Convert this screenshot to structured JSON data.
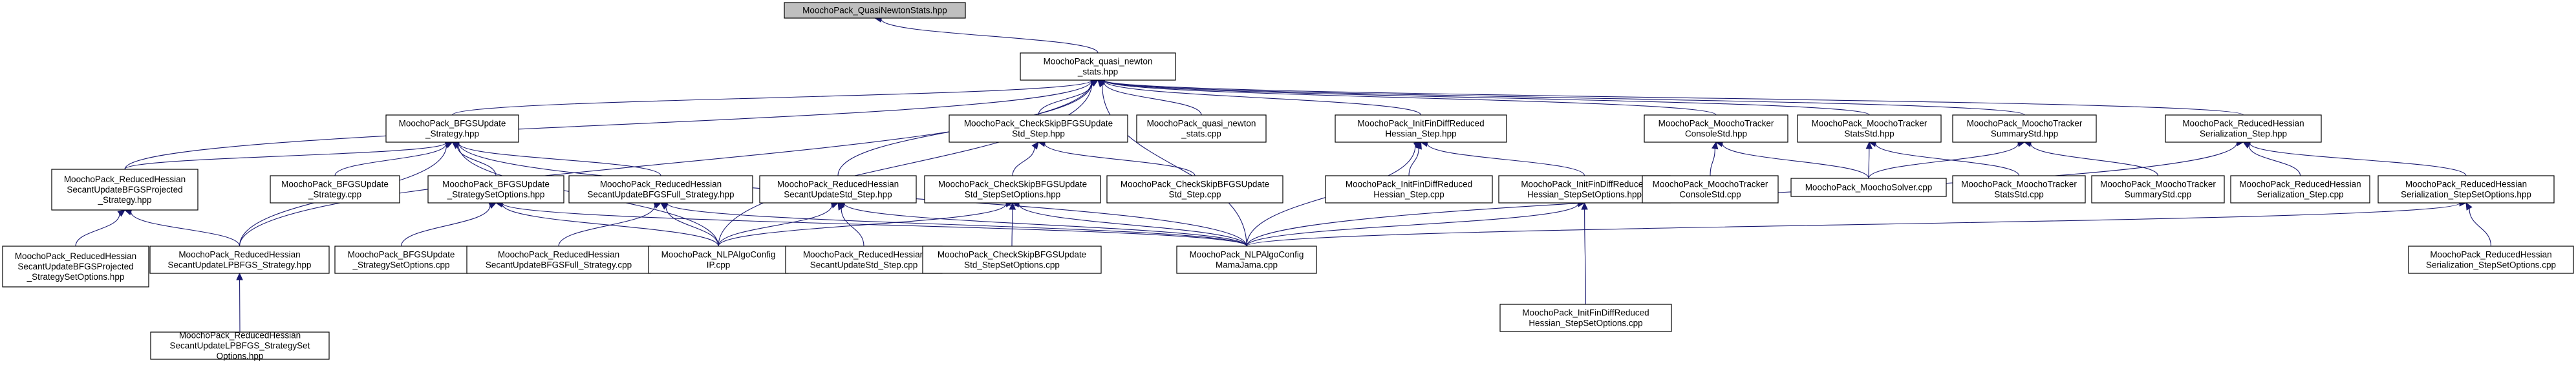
{
  "graph": {
    "nodes": [
      {
        "id": "root",
        "lines": [
          "MoochoPack_QuasiNewtonStats.hpp"
        ],
        "root": true
      },
      {
        "id": "qns",
        "lines": [
          "MoochoPack_quasi_newton",
          "_stats.hpp"
        ]
      },
      {
        "id": "bfgsu",
        "lines": [
          "MoochoPack_BFGSUpdate",
          "_Strategy.hpp"
        ]
      },
      {
        "id": "ckbfgs",
        "lines": [
          "MoochoPack_CheckSkipBFGSUpdate",
          "Std_Step.hpp"
        ]
      },
      {
        "id": "qnscpp",
        "lines": [
          "MoochoPack_quasi_newton",
          "_stats.cpp"
        ]
      },
      {
        "id": "ifdrh",
        "lines": [
          "MoochoPack_InitFinDiffReduced",
          "Hessian_Step.hpp"
        ]
      },
      {
        "id": "mtcs",
        "lines": [
          "MoochoPack_MoochoTracker",
          "ConsoleStd.hpp"
        ]
      },
      {
        "id": "mtss",
        "lines": [
          "MoochoPack_MoochoTracker",
          "StatsStd.hpp"
        ]
      },
      {
        "id": "mtsums",
        "lines": [
          "MoochoPack_MoochoTracker",
          "SummaryStd.hpp"
        ]
      },
      {
        "id": "rhss",
        "lines": [
          "MoochoPack_ReducedHessian",
          "Serialization_Step.hpp"
        ]
      },
      {
        "id": "rhsubp",
        "lines": [
          "MoochoPack_ReducedHessian",
          "SecantUpdateBFGSProjected",
          "_Strategy.hpp"
        ]
      },
      {
        "id": "bfgsucpp",
        "lines": [
          "MoochoPack_BFGSUpdate",
          "_Strategy.cpp"
        ]
      },
      {
        "id": "bfgsuso",
        "lines": [
          "MoochoPack_BFGSUpdate",
          "_StrategySetOptions.hpp"
        ]
      },
      {
        "id": "rhsubf",
        "lines": [
          "MoochoPack_ReducedHessian",
          "SecantUpdateBFGSFull_Strategy.hpp"
        ]
      },
      {
        "id": "rhsus",
        "lines": [
          "MoochoPack_ReducedHessian",
          "SecantUpdateStd_Step.hpp"
        ]
      },
      {
        "id": "ckbfgsso",
        "lines": [
          "MoochoPack_CheckSkipBFGSUpdate",
          "Std_StepSetOptions.hpp"
        ]
      },
      {
        "id": "ckbfgscpp",
        "lines": [
          "MoochoPack_CheckSkipBFGSUpdate",
          "Std_Step.cpp"
        ]
      },
      {
        "id": "ifdrhcpp",
        "lines": [
          "MoochoPack_InitFinDiffReduced",
          "Hessian_Step.cpp"
        ]
      },
      {
        "id": "ifdrhso",
        "lines": [
          "MoochoPack_InitFinDiffReduced",
          "Hessian_StepSetOptions.hpp"
        ]
      },
      {
        "id": "mtcscpp",
        "lines": [
          "MoochoPack_MoochoTracker",
          "ConsoleStd.cpp"
        ]
      },
      {
        "id": "msolver",
        "lines": [
          "MoochoPack_MoochoSolver.cpp"
        ]
      },
      {
        "id": "mtsscpp",
        "lines": [
          "MoochoPack_MoochoTracker",
          "StatsStd.cpp"
        ]
      },
      {
        "id": "mtsumscpp",
        "lines": [
          "MoochoPack_MoochoTracker",
          "SummaryStd.cpp"
        ]
      },
      {
        "id": "rhsscpp",
        "lines": [
          "MoochoPack_ReducedHessian",
          "Serialization_Step.cpp"
        ]
      },
      {
        "id": "rhssso",
        "lines": [
          "MoochoPack_ReducedHessian",
          "Serialization_StepSetOptions.hpp"
        ]
      },
      {
        "id": "rhsubpso",
        "lines": [
          "MoochoPack_ReducedHessian",
          "SecantUpdateBFGSProjected",
          "_StrategySetOptions.hpp"
        ]
      },
      {
        "id": "rhsulbfgs",
        "lines": [
          "MoochoPack_ReducedHessian",
          "SecantUpdateLPBFGS_Strategy.hpp"
        ]
      },
      {
        "id": "bfgsusocpp",
        "lines": [
          "MoochoPack_BFGSUpdate",
          "_StrategySetOptions.cpp"
        ]
      },
      {
        "id": "rhsubfcpp",
        "lines": [
          "MoochoPack_ReducedHessian",
          "SecantUpdateBFGSFull_Strategy.cpp"
        ]
      },
      {
        "id": "nlpip",
        "lines": [
          "MoochoPack_NLPAlgoConfig",
          "IP.cpp"
        ]
      },
      {
        "id": "rhsuscpp",
        "lines": [
          "MoochoPack_ReducedHessian",
          "SecantUpdateStd_Step.cpp"
        ]
      },
      {
        "id": "ckbfgssocpp",
        "lines": [
          "MoochoPack_CheckSkipBFGSUpdate",
          "Std_StepSetOptions.cpp"
        ]
      },
      {
        "id": "nlpmj",
        "lines": [
          "MoochoPack_NLPAlgoConfig",
          "MamaJama.cpp"
        ]
      },
      {
        "id": "ifdrhsocpp",
        "lines": [
          "MoochoPack_InitFinDiffReduced",
          "Hessian_StepSetOptions.cpp"
        ]
      },
      {
        "id": "rhsssocpp",
        "lines": [
          "MoochoPack_ReducedHessian",
          "Serialization_StepSetOptions.cpp"
        ]
      },
      {
        "id": "rhsulbfgsso",
        "lines": [
          "MoochoPack_ReducedHessian",
          "SecantUpdateLPBFGS_StrategySet",
          "Options.hpp"
        ]
      }
    ],
    "edges": [
      [
        "qns",
        "root"
      ],
      [
        "bfgsu",
        "qns"
      ],
      [
        "ckbfgs",
        "qns"
      ],
      [
        "qnscpp",
        "qns"
      ],
      [
        "ifdrh",
        "qns"
      ],
      [
        "mtcs",
        "qns"
      ],
      [
        "mtss",
        "qns"
      ],
      [
        "mtsums",
        "qns"
      ],
      [
        "rhss",
        "qns"
      ],
      [
        "rhsubp",
        "qns"
      ],
      [
        "rhsulbfgs",
        "qns"
      ],
      [
        "nlpip",
        "qns"
      ],
      [
        "rhsus",
        "qns"
      ],
      [
        "nlpmj",
        "qns"
      ],
      [
        "rhsubp",
        "bfgsu"
      ],
      [
        "bfgsucpp",
        "bfgsu"
      ],
      [
        "bfgsuso",
        "bfgsu"
      ],
      [
        "rhsubf",
        "bfgsu"
      ],
      [
        "rhsulbfgs",
        "bfgsu"
      ],
      [
        "nlpip",
        "bfgsu"
      ],
      [
        "nlpmj",
        "bfgsu"
      ],
      [
        "ckbfgsso",
        "ckbfgs"
      ],
      [
        "ckbfgscpp",
        "ckbfgs"
      ],
      [
        "ifdrhcpp",
        "ifdrh"
      ],
      [
        "ifdrhso",
        "ifdrh"
      ],
      [
        "nlpmj",
        "ifdrh"
      ],
      [
        "mtcscpp",
        "mtcs"
      ],
      [
        "msolver",
        "mtcs"
      ],
      [
        "msolver",
        "mtss"
      ],
      [
        "mtsscpp",
        "mtss"
      ],
      [
        "msolver",
        "mtsums"
      ],
      [
        "mtsumscpp",
        "mtsums"
      ],
      [
        "rhsscpp",
        "rhss"
      ],
      [
        "rhssso",
        "rhss"
      ],
      [
        "nlpmj",
        "rhss"
      ],
      [
        "rhsubpso",
        "rhsubp"
      ],
      [
        "rhsulbfgs",
        "rhsubp"
      ],
      [
        "bfgsusocpp",
        "bfgsuso"
      ],
      [
        "nlpip",
        "bfgsuso"
      ],
      [
        "nlpmj",
        "bfgsuso"
      ],
      [
        "rhsubfcpp",
        "rhsubf"
      ],
      [
        "nlpip",
        "rhsubf"
      ],
      [
        "nlpmj",
        "rhsubf"
      ],
      [
        "nlpip",
        "rhsus"
      ],
      [
        "rhsuscpp",
        "rhsus"
      ],
      [
        "nlpmj",
        "rhsus"
      ],
      [
        "nlpip",
        "ckbfgsso"
      ],
      [
        "ckbfgssocpp",
        "ckbfgsso"
      ],
      [
        "nlpmj",
        "ckbfgsso"
      ],
      [
        "ifdrhsocpp",
        "ifdrhso"
      ],
      [
        "nlpmj",
        "ifdrhso"
      ],
      [
        "rhsssocpp",
        "rhssso"
      ],
      [
        "nlpmj",
        "rhssso"
      ],
      [
        "rhsulbfgsso",
        "rhsulbfgs"
      ]
    ]
  },
  "colors": {
    "edge": "#191970",
    "root_fill": "#bfbfbf",
    "node_fill": "#ffffff",
    "border": "#000000"
  }
}
